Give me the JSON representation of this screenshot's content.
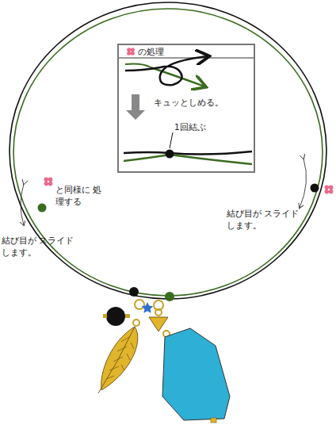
{
  "diagram": {
    "nodes": [
      {
        "text": [
          "の処理",
          "キュッとしめる。",
          "1回結ぶ"
        ]
      }
    ],
    "labels": [
      "と同様に 処理する",
      "結び目が スライドします。",
      "結び目が スライドします。"
    ]
  }
}
